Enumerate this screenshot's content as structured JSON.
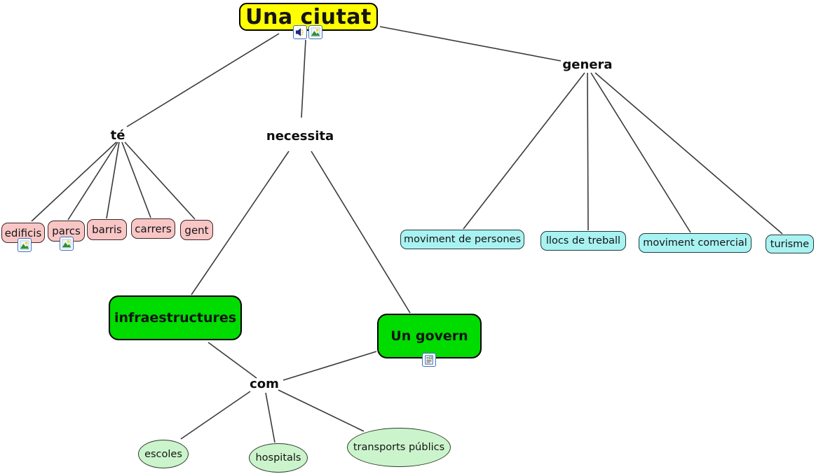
{
  "map": {
    "root": {
      "label": "Una ciutat"
    },
    "linking": {
      "te": "té",
      "necessita": "necessita",
      "genera": "genera",
      "com": "com"
    },
    "concepts": {
      "edificis": "edificis",
      "parcs": "parcs",
      "barris": "barris",
      "carrers": "carrers",
      "gent": "gent",
      "moviment_persones": "moviment de persones",
      "llocs_treball": "llocs de treball",
      "moviment_comercial": "moviment comercial",
      "turisme": "turisme",
      "infraestructures": "infraestructures",
      "un_govern": "Un govern",
      "escoles": "escoles",
      "hospitals": "hospitals",
      "transports_publics": "transports públics"
    },
    "icons": {
      "root_audio": "speaker-icon",
      "root_image": "image-icon",
      "edificis_image": "image-icon",
      "parcs_image": "image-icon",
      "un_govern_document": "document-icon"
    },
    "colors": {
      "root_fill": "#FFFF00",
      "pink_fill": "#F9C6C6",
      "cyan_fill": "#A9F2F2",
      "green_fill": "#00DB00",
      "lightgreen_fill": "#CCF4CC",
      "line": "#3A3A3A"
    }
  }
}
